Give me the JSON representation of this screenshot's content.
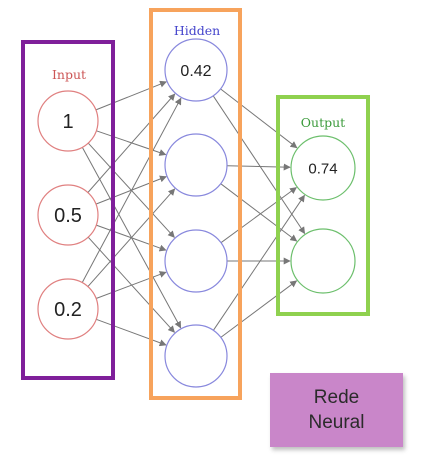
{
  "layers": {
    "input": {
      "label": "Input",
      "label_color": "#cc5555",
      "box_color": "#7f1f9a",
      "node_color": "#e08080"
    },
    "hidden": {
      "label": "Hidden",
      "label_color": "#4444cc",
      "box_color": "#f7a35c",
      "node_color": "#8888dd"
    },
    "output": {
      "label": "Output",
      "label_color": "#3a9a3a",
      "box_color": "#8fd14f",
      "node_color": "#6cbf6c"
    }
  },
  "nodes": {
    "input": [
      "1",
      "0.5",
      "0.2"
    ],
    "hidden": [
      "0.42",
      "",
      "",
      ""
    ],
    "output": [
      "0.74",
      ""
    ]
  },
  "edge_color": "#777777",
  "note": {
    "line1": "Rede",
    "line2": "Neural"
  }
}
